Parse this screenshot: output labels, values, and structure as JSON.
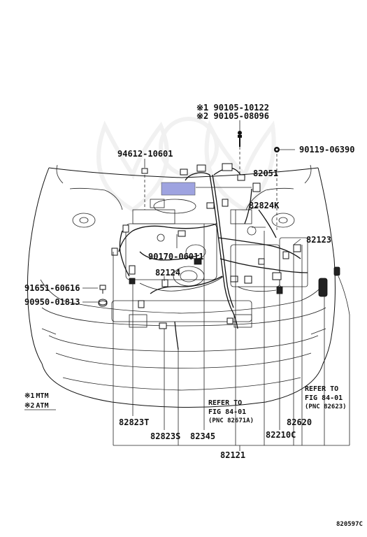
{
  "diagram": {
    "notes": [
      {
        "mark": "※1",
        "text": "MTM"
      },
      {
        "mark": "※2",
        "text": "ATM"
      }
    ],
    "top_parts": {
      "line1": "※1 90105-10122",
      "line2": "※2 90105-08096"
    },
    "labels": {
      "p94612": "94612-10601",
      "p90119": "90119-06390",
      "p82051": "82051",
      "p82824K": "82824K",
      "p82123": "82123",
      "p90170": "90170-06011",
      "p82124": "82124",
      "p91651": "91651-60616",
      "p90950": "90950-01813",
      "p82823T": "82823T",
      "p82823S": "82823S",
      "p82345": "82345",
      "p82121": "82121",
      "p82620": "82620",
      "p82210C": "82210C"
    },
    "refer1": {
      "line1": "REFER TO",
      "line2": "FIG 84-01",
      "line3": "(PNC 82671A)"
    },
    "refer2": {
      "line1": "REFER TO",
      "line2": "FIG 84-01",
      "line3": "(PNC 82623)"
    },
    "figure_id": "820597C",
    "highlight_color": "#9ea3e0"
  }
}
